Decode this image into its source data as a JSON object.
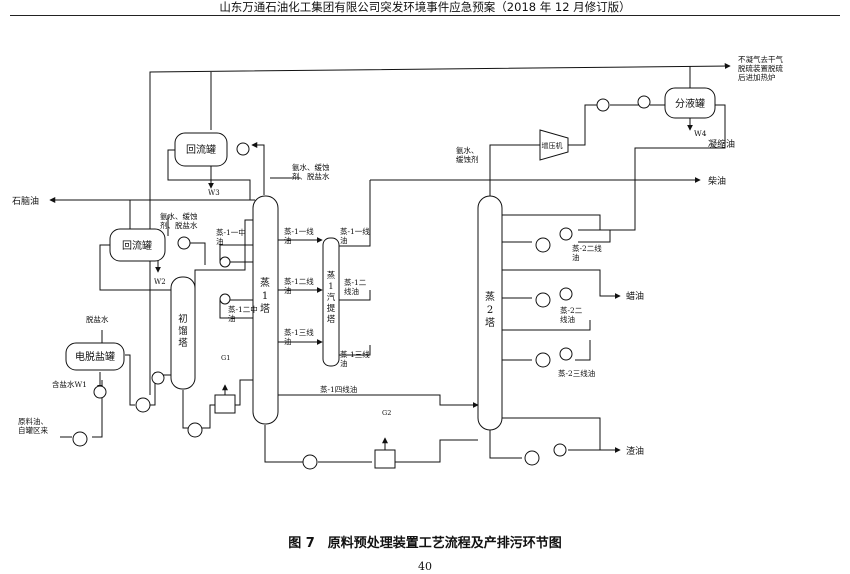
{
  "header": "山东万通石油化工集团有限公司突发环境事件应急预案（2018 年 12 月修订版）",
  "caption": "图 7　原料预处理装置工艺流程及产排污环节图",
  "page_number": "40",
  "vessels": {
    "reflux_top": "回流罐",
    "reflux_left": "回流罐",
    "desalter": "电脱盐罐",
    "separator": "分液罐",
    "initial_tower": "初\n馏\n塔",
    "tower1": "蒸\n1\n塔",
    "stripper1": "蒸\n1\n汽\n提\n塔",
    "tower2": "蒸\n2\n塔",
    "compressor": "增压机"
  },
  "labels": {
    "noncondensable": "不凝气去干气\n脱硫装置脱硫\n后进加热炉",
    "w4": "W4",
    "condensate_oil": "凝缩油",
    "diesel": "柴油",
    "ammonia_right": "氨水、\n缓蚀剂",
    "ammonia_mid": "氨水、缓蚀\n剂、脱盐水",
    "ammonia_left": "氨水、缓蚀\n剂、脱盐水",
    "w3": "W3",
    "w2": "W2",
    "naphtha": "石脑油",
    "mid_reflux1": "蒸-1一中\n油",
    "mid_reflux2": "蒸-1二中\n油",
    "side1_a": "蒸-1一线\n油",
    "side1_b": "蒸-1一线\n油",
    "side2_a": "蒸-1二线\n油",
    "side2_b": "蒸-1二\n线油",
    "side3_a": "蒸-1三线\n油",
    "side3_b": "蒸-1三线\n油",
    "side4": "蒸-1四线油",
    "t2_side2": "蒸-2二线\n油",
    "t2_wax": "蒸-2二\n线油",
    "t2_side3": "蒸-2三线油",
    "wax_oil": "蜡油",
    "residue": "渣油",
    "desalted_water": "脱盐水",
    "salt_water": "含盐水W1",
    "feed": "原料油、\n自罐区来",
    "g1": "G1",
    "g2": "G2"
  }
}
